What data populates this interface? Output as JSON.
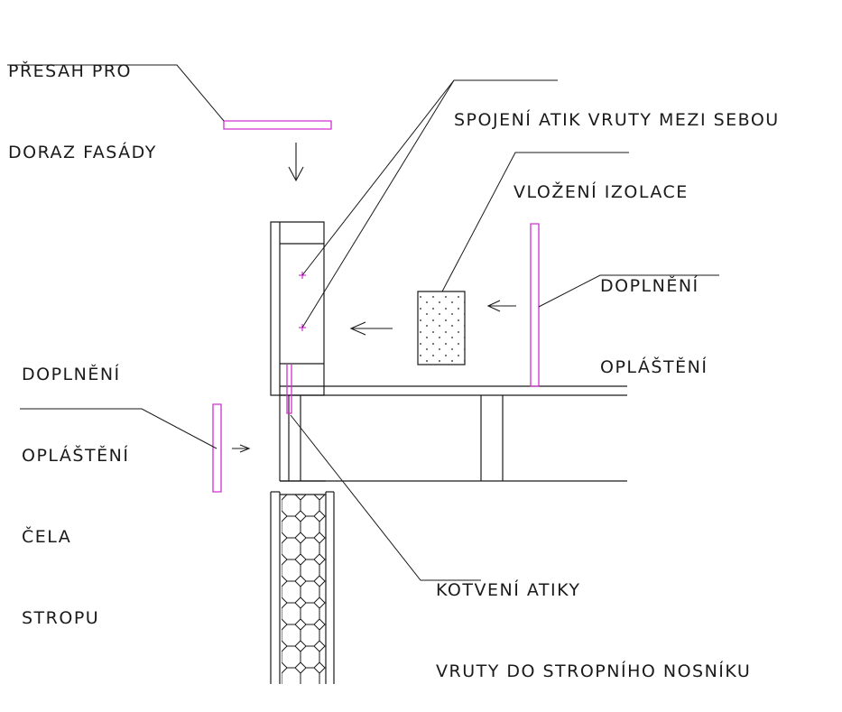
{
  "labels": {
    "presah": [
      "PŘESAH PRO",
      "DORAZ FASÁDY"
    ],
    "spojeni": [
      "SPOJENÍ ATIK VRUTY MEZI SEBOU"
    ],
    "vlozeni": [
      "VLOŽENÍ IZOLACE"
    ],
    "doplneni_right": [
      "DOPLNĚNÍ",
      "OPLÁŠTĚNÍ"
    ],
    "doplneni_left": [
      "DOPLNĚNÍ",
      "OPLÁŠTĚNÍ",
      "ČELA",
      "STROPU"
    ],
    "kotveni": [
      "KOTVENÍ ATIKY",
      "VRUTY DO STROPNÍHO NOSNÍKU"
    ]
  },
  "colors": {
    "line": "#1a1a1a",
    "cladding": "#d030d0",
    "screw_marker": "#d030d0",
    "background": "#ffffff"
  }
}
